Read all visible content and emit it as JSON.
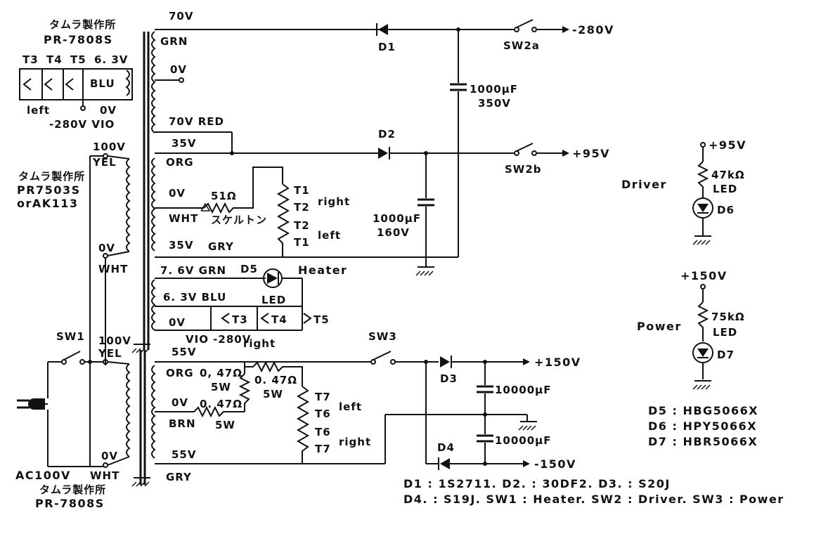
{
  "transformers": {
    "t1": {
      "maker": "タムラ製作所",
      "model": "PR-7808S"
    },
    "t2": {
      "maker": "タムラ製作所",
      "model": "PR7503S",
      "alt": "orAK113"
    },
    "t3": {
      "maker": "タムラ製作所",
      "model": "PR-7808S"
    }
  },
  "heater_box": {
    "t3": "T3",
    "t4": "T4",
    "t5": "T5",
    "v63": "6. 3V",
    "blu": "BLU",
    "left": "left",
    "v0": "0V",
    "neg280": "-280V VIO"
  },
  "top_secondary": {
    "v70": "70V",
    "grn": "GRN",
    "v0": "0V",
    "v70red": "70V RED",
    "v35": "35V",
    "org": "ORG",
    "v0b": "0V",
    "wht": "WHT",
    "v35b": "35V",
    "gry": "GRY"
  },
  "heater_secondary": {
    "v76": "7. 6V GRN",
    "v63": "6. 3V BLU",
    "v0": "0V",
    "vio": "VIO -280V",
    "heater": "Heater"
  },
  "bottom_secondary": {
    "v55": "55V",
    "org": "ORG",
    "v0": "0V",
    "brn": "BRN",
    "v55b": "55V",
    "gry": "GRY"
  },
  "primary": {
    "v100a": "100V",
    "yel_a": "YEL",
    "v0a": "0V",
    "wht_a": "WHT",
    "v100b": "100V",
    "yel_b": "YEL",
    "v0b": "0V",
    "wht_b": "WHT",
    "ac": "AC100V"
  },
  "components": {
    "d1": "D1",
    "d2": "D2",
    "d3": "D3",
    "d4": "D4",
    "d5": "D5",
    "d6": "D6",
    "d7": "D7",
    "c1": "1000μF",
    "c1v": "350V",
    "c2": "1000μF",
    "c2v": "160V",
    "c3": "10000μF",
    "c4": "10000μF",
    "r51": "51Ω",
    "skeleton": "スケルトン",
    "r047a": "0, 47Ω",
    "r047a_w": "5W",
    "r047b": "0. 47Ω",
    "r047b_w": "5W",
    "r047c": "0. 47Ω",
    "r047c_w": "5W",
    "r47k": "47kΩ",
    "r75k": "75kΩ",
    "led": "LED"
  },
  "switches": {
    "sw1": "SW1",
    "sw2a": "SW2a",
    "sw2b": "SW2b",
    "sw3": "SW3"
  },
  "outputs": {
    "neg280": "-280V",
    "pos95": "+95V",
    "pos150": "+150V",
    "neg150": "-150V",
    "ind95": "+95V",
    "ind150": "+150V"
  },
  "tubes_right": {
    "t1": "T1",
    "t2": "T2",
    "right": "right",
    "t2b": "T2",
    "t1b": "T1",
    "left": "left"
  },
  "tubes_heater": {
    "t3": "T3",
    "t4": "T4",
    "t5": "T5",
    "right": "right"
  },
  "tubes_bottom": {
    "t7": "T7",
    "t6": "T6",
    "left": "left",
    "t6b": "T6",
    "t7b": "T7",
    "right": "right"
  },
  "indicators": {
    "driver": "Driver",
    "power": "Power"
  },
  "led_list": [
    "D5 : HBG5066X",
    "D6 : HPY5066X",
    "D7 : HBR5066X"
  ],
  "diode_notes": [
    "D1 : 1S2711. D2. : 30DF2. D3. : S20J",
    "D4. : S19J. SW1 : Heater. SW2 : Driver. SW3 : Power"
  ]
}
